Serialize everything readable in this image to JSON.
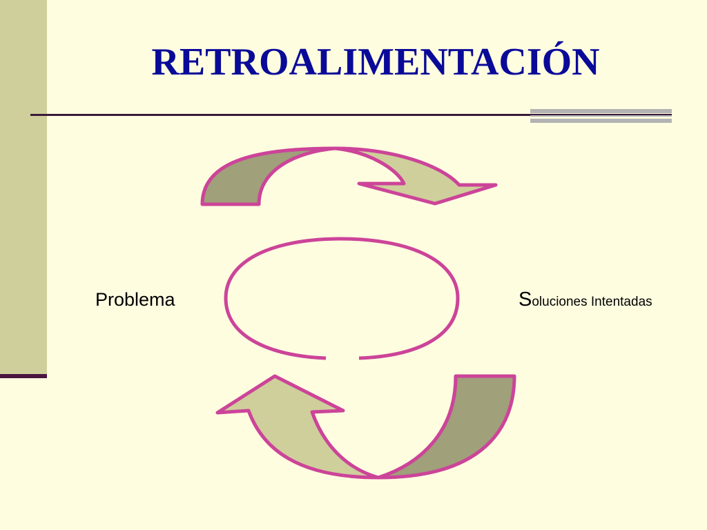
{
  "slide": {
    "title": "RETROALIMENTACIÓN"
  },
  "diagram": {
    "left_label": "Problema",
    "right_label_first_letter": "S",
    "right_label_rest": "oluciones Intentadas"
  },
  "colors": {
    "background": "#fffde0",
    "side_bar": "#cfcf9c",
    "title": "#0a0a99",
    "arrow_outline": "#cc4499",
    "arrow_fill_dark": "#a0a07a",
    "arrow_fill_light": "#cfcf9c",
    "divider": "#3a1a3a",
    "divider_accent": "#b3b3b3"
  }
}
